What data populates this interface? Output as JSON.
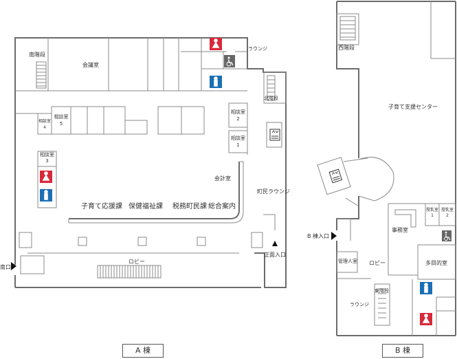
{
  "building_a": {
    "caption": "A 棟",
    "rooms": {
      "south_stairs": "南階段",
      "meeting_room": "会議室",
      "lounge_small": "ラウンジ",
      "north_stairs": "北階段",
      "consult_2": "相談室\n2",
      "consult_1": "相談室\n1",
      "consult_4": "相談室\n4",
      "consult_5": "相談室\n5",
      "consult_3": "相談室\n3",
      "accounting": "会計室",
      "town_lounge": "町民ラウンジ",
      "childcare_section": "子育て応援課",
      "welfare_section": "保健福祉課",
      "tax_section": "税務町民課",
      "info_desk": "総合案内",
      "lobby": "ロビー"
    },
    "entrances": {
      "south": "南口",
      "main": "正面入口"
    }
  },
  "building_b": {
    "caption": "B 棟",
    "rooms": {
      "west_stairs": "西階段",
      "support_center": "子育て支援センター",
      "nursing_1": "授乳室\n1",
      "nursing_2": "授乳室\n2",
      "office": "事務室",
      "manager": "管理人室",
      "lobby": "ロビー",
      "multipurpose": "多目的室",
      "east_stairs": "東階段",
      "lounge": "ラウンジ"
    },
    "entrances": {
      "b": "B 棟入口"
    }
  },
  "colors": {
    "wc_male": "#1b6fb5",
    "wc_female": "#d8293a",
    "accessible": "#666666",
    "wall": "#6b6b6b"
  },
  "icons": [
    "male-wc-icon",
    "female-wc-icon",
    "accessible-wc-icon",
    "elevator-icon",
    "entrance-arrow-icon"
  ]
}
